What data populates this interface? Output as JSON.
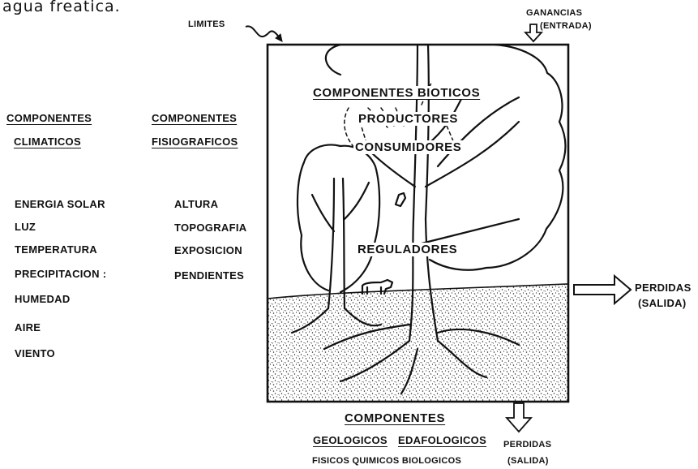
{
  "caption_fragment": "agua freatica.",
  "limits_label": "LIMITES",
  "gains_label": {
    "line1": "GANANCIAS",
    "line2": "(ENTRADA)"
  },
  "losses_right": {
    "line1": "PERDIDAS",
    "line2": "(SALIDA)"
  },
  "losses_bottom": {
    "line1": "PERDIDAS",
    "line2": "(SALIDA)"
  },
  "climatic": {
    "heading_line1": "COMPONENTES",
    "heading_line2": "CLIMATICOS",
    "items": [
      "ENERGIA SOLAR",
      "LUZ",
      "TEMPERATURA",
      "PRECIPITACION :",
      "HUMEDAD",
      "AIRE",
      "VIENTO"
    ]
  },
  "physiographic": {
    "heading_line1": "COMPONENTES",
    "heading_line2": "FISIOGRAFICOS",
    "items": [
      "ALTURA",
      "TOPOGRAFIA",
      "EXPOSICION",
      "PENDIENTES"
    ]
  },
  "biotic": {
    "heading": "COMPONENTES BIOTICOS",
    "producers": "PRODUCTORES",
    "consumers": "CONSUMIDORES",
    "regulators": "REGULADORES"
  },
  "bottom": {
    "heading": "COMPONENTES",
    "geological": "GEOLOGICOS",
    "edaphological": "EDAFOLOGICOS",
    "subtypes": "FISICOS QUIMICOS BIOLOGICOS"
  }
}
